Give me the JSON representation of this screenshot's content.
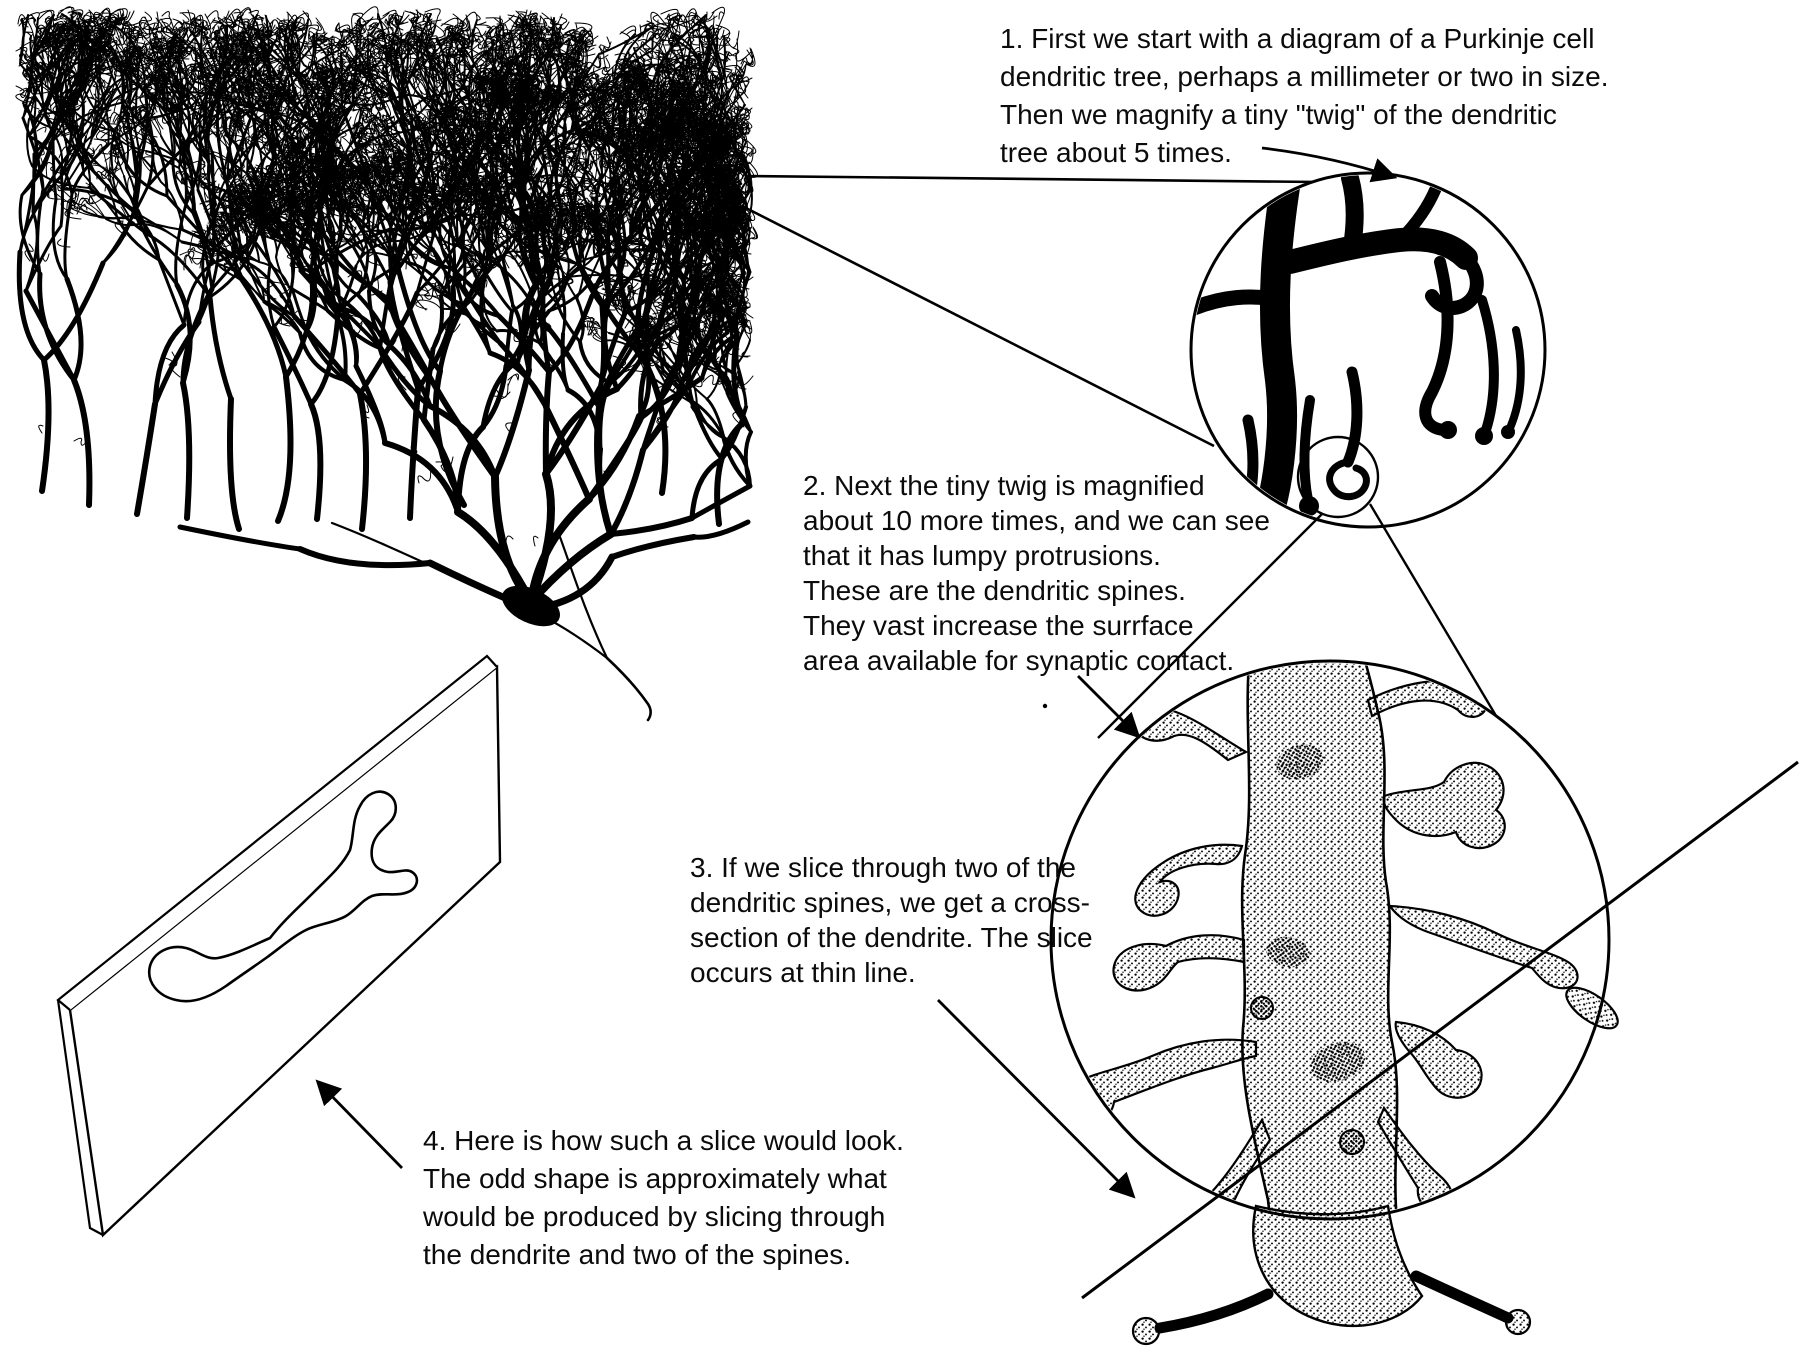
{
  "colors": {
    "ink": "#000000",
    "paper": "#ffffff",
    "text": "#0b0b0b"
  },
  "annotations": {
    "step1": {
      "lines": [
        "1. First we start with a diagram of a Purkinje cell",
        "dendritic tree, perhaps a millimeter or two in size.",
        "Then we magnify a tiny \"twig\" of the dendritic",
        "tree about 5 times."
      ]
    },
    "step2": {
      "lines": [
        "2. Next the tiny twig is magnified",
        "about 10 more times, and we can see",
        "that it has lumpy protrusions.",
        "These are the dendritic spines.",
        "They vast increase the surrface",
        "area available for synaptic contact."
      ]
    },
    "step3": {
      "lines": [
        "3. If we slice through two of the",
        "dendritic spines, we get a cross-",
        "section of the dendrite. The slice",
        "occurs at thin line."
      ]
    },
    "step4": {
      "lines": [
        "4. Here is how such a slice would look.",
        "The odd shape is approximately what",
        "would be produced by slicing through",
        "the dendrite and two of the spines."
      ]
    }
  }
}
